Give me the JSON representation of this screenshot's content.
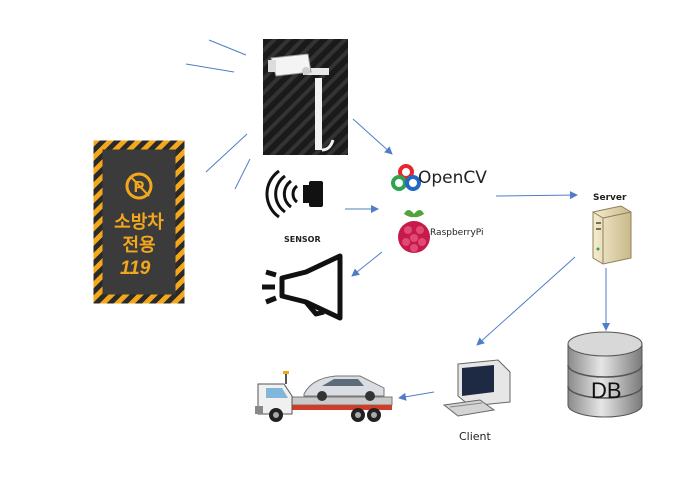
{
  "diagram": {
    "sign": {
      "line1": "소방차",
      "line2": "전용",
      "line3": "119"
    },
    "nodes": {
      "opencv": "OpenCV",
      "raspberry_pi": "RaspberryPi",
      "sensor": "SENSOR",
      "server": "Server",
      "database": "DB",
      "client": "Client"
    },
    "icons": {
      "camera": "cctv-camera-icon",
      "sensor": "proximity-sensor-icon",
      "speaker": "megaphone-icon",
      "opencv": "opencv-logo-icon",
      "raspberry_pi": "raspberry-pi-logo-icon",
      "server": "server-tower-icon",
      "database": "database-cylinder-icon",
      "client": "computer-icon",
      "tow_truck": "tow-truck-icon",
      "parking_sign": "parking-sign-icon"
    },
    "colors": {
      "arrow": "#4f7ec7",
      "sign_stripe": "#f3a71c",
      "sign_bg": "#3b3b3b"
    }
  }
}
